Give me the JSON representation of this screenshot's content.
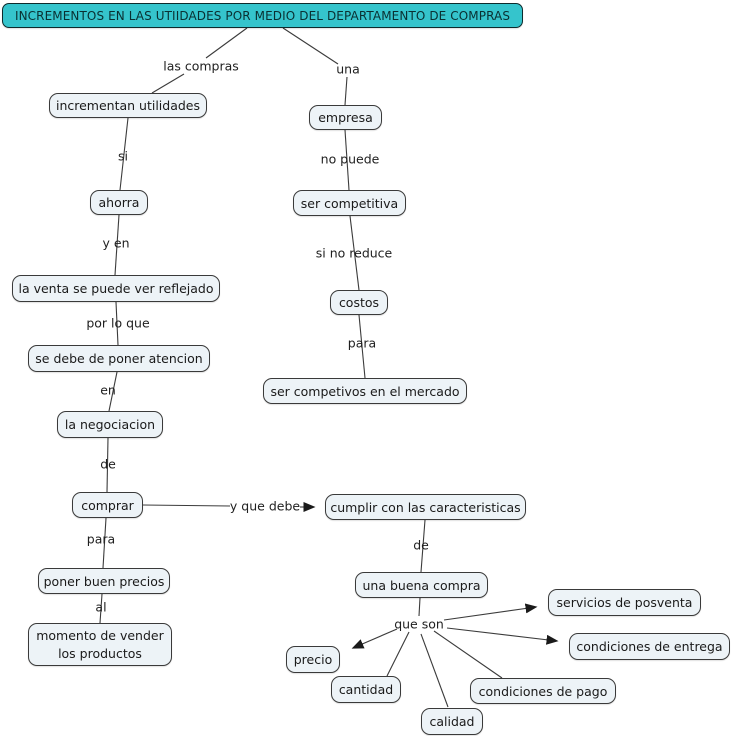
{
  "title": "INCREMENTOS EN LAS UTIIDADES POR MEDIO DEL DEPARTAMENTO DE COMPRAS",
  "colors": {
    "title_fill": "#35c4cc",
    "node_fill": "#edf3f7",
    "node_border": "#3a3a3a",
    "line": "#3b3b3b",
    "background": "#ffffff"
  },
  "nodes": {
    "incrementan_utilidades": "incrementan utilidades",
    "empresa": "empresa",
    "ahorra": "ahorra",
    "ser_competitiva": "ser competitiva",
    "la_venta": "la venta se puede ver reflejado",
    "costos": "costos",
    "poner_atencion": "se debe de poner atencion",
    "ser_competivos": "ser competivos en el mercado",
    "la_negociacion": "la negociacion",
    "comprar": "comprar",
    "cumplir": "cumplir con las caracteristicas",
    "poner_buen_precios": "poner buen precios",
    "una_buena_compra": "una buena compra",
    "momento_vender": "momento de vender los productos",
    "servicios_posventa": "servicios de posventa",
    "condiciones_entrega": "condiciones de entrega",
    "precio": "precio",
    "cantidad": "cantidad",
    "condiciones_pago": "condiciones de pago",
    "calidad": "calidad"
  },
  "edge_labels": {
    "las_compras": "las compras",
    "una": "una",
    "si": "si",
    "no_puede": "no puede",
    "y_en": "y en",
    "si_no_reduce": "si no reduce",
    "por_lo_que": "por lo que",
    "para_right": "para",
    "en": "en",
    "de_left": "de",
    "y_que_debe": "y que debe",
    "para_left": "para",
    "de_right": "de",
    "al": "al",
    "que_son": "que son"
  }
}
